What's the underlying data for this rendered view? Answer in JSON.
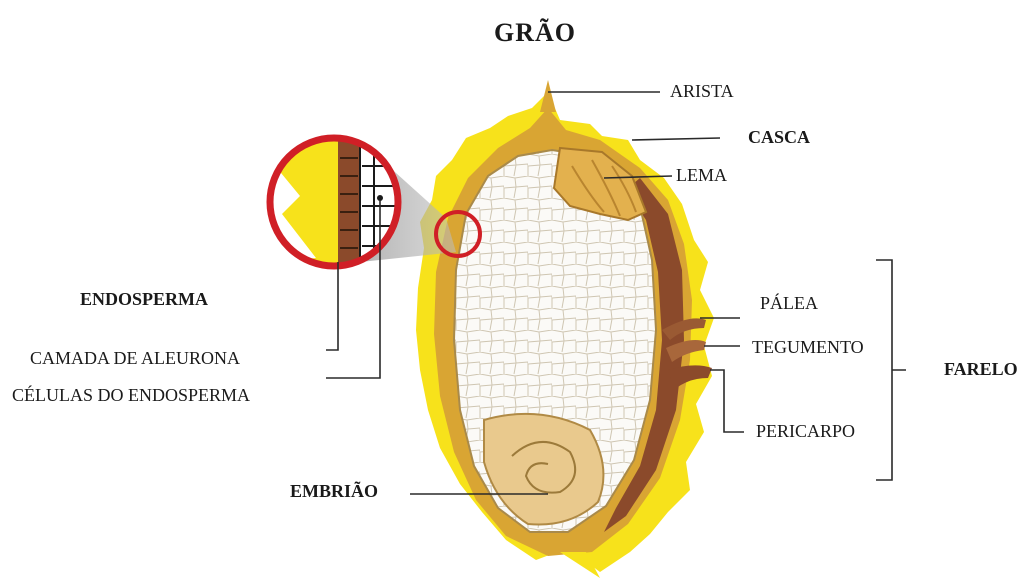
{
  "diagram": {
    "title": "GRÃO",
    "labels": {
      "arista": "ARISTA",
      "casca": "CASCA",
      "lema": "LEMA",
      "endosperma": "ENDOSPERMA",
      "camada_aleurona": "CAMADA DE ALEURONA",
      "celulas_endosperma": "CÉLULAS DO ENDOSPERMA",
      "palea": "PÁLEA",
      "tegumento": "TEGUMENTO",
      "farelo": "FARELO",
      "pericarpo": "PERICARPO",
      "embriao": "EMBRIÃO"
    },
    "colors": {
      "husk_outer": "#f7e21b",
      "husk_inner": "#d9a533",
      "bran": "#8b4a2b",
      "endosperm_cell": "#fbfaf7",
      "magnifier_ring": "#d01f26",
      "leader_line": "#2a2a2a"
    }
  }
}
